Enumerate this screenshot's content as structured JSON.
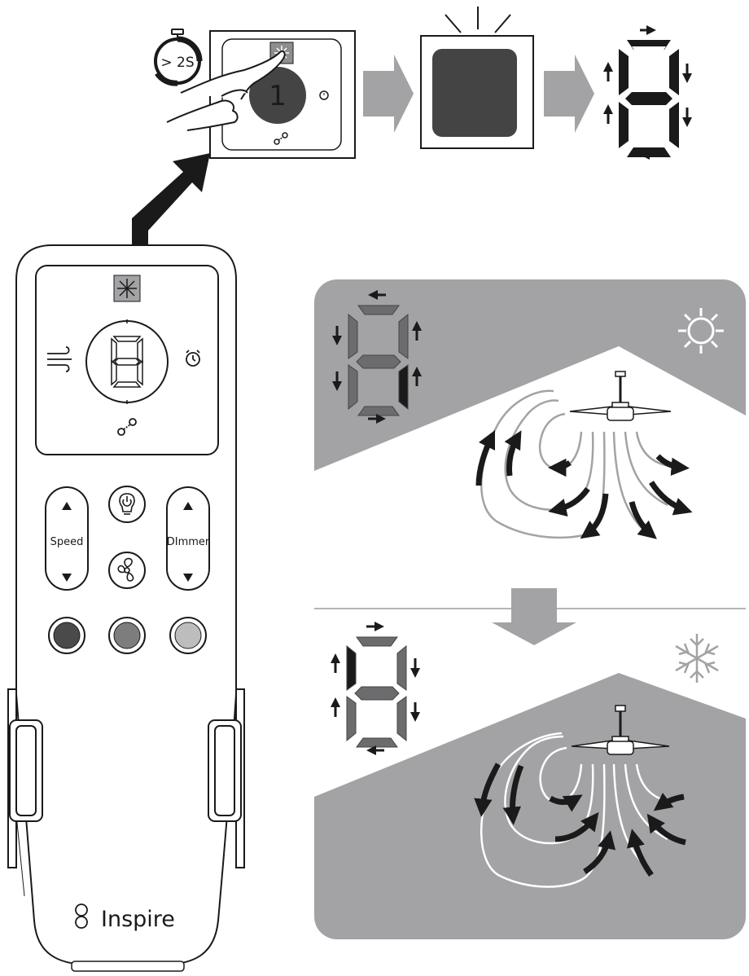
{
  "timer": {
    "label": "> 2S"
  },
  "step1": {
    "button_number": "1"
  },
  "remote": {
    "speed_label": "Speed",
    "dimmer_label": "DImmer",
    "brand": "Inspire"
  },
  "colors": {
    "panel_gray": "#a3a3a5",
    "dark_square": "#444444",
    "seg_gray": "#6c6c6e",
    "seg_dark": "#1a1a1a",
    "memory_1": "#4a4a4a",
    "memory_2": "#7d7d7d",
    "memory_3": "#bdbdbd"
  },
  "icons": {
    "timer": "stopwatch-icon",
    "mode": "sun-snowflake-icon",
    "wind": "wind-icon",
    "alarm": "alarm-clock-icon",
    "link": "link-icon",
    "light": "lightbulb-power-icon",
    "fan": "fan-power-icon",
    "summer": "sun-icon",
    "winter": "snowflake-icon",
    "logo": "inspire-logo-icon"
  }
}
